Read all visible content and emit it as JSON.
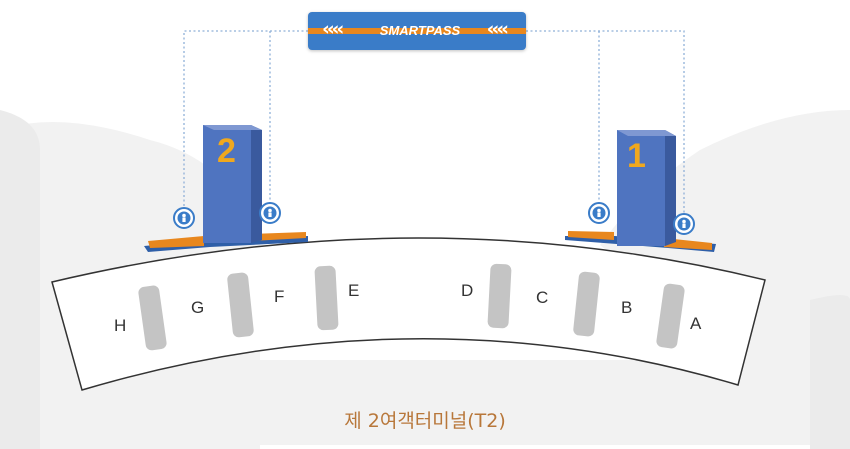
{
  "banner": {
    "label": "SMARTPASS",
    "left_arrows": "‹‹‹‹",
    "right_arrows": "‹‹‹‹"
  },
  "gates": [
    {
      "number": "2"
    },
    {
      "number": "1"
    }
  ],
  "counters": [
    "H",
    "G",
    "F",
    "E",
    "D",
    "C",
    "B",
    "A"
  ],
  "terminal": {
    "name": "제 2여객터미널(T2)"
  },
  "colors": {
    "banner_blue": "#3a7cc8",
    "banner_orange": "#e8871e",
    "gate_blue": "#4f74c0",
    "gate_number": "#f0a81e",
    "terminal_text": "#b8773a",
    "counter_gray": "#c4c4c4",
    "background_gray": "#f2f2f2"
  },
  "icons": [
    "smartpass-scanner-icon"
  ]
}
